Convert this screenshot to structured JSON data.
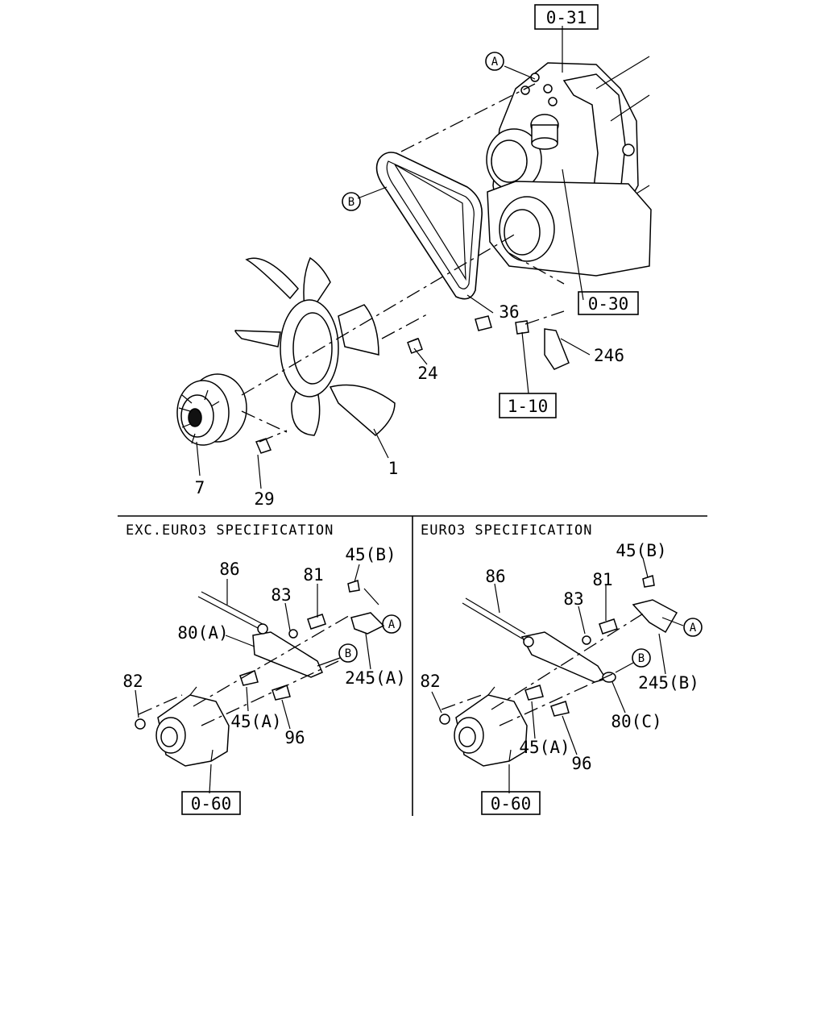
{
  "sections": {
    "left_title": "EXC.EURO3 SPECIFICATION",
    "right_title": "EURO3 SPECIFICATION"
  },
  "refs": {
    "r0_31": "0-31",
    "r0_30": "0-30",
    "r1_10": "1-10",
    "r0_60_left": "0-60",
    "r0_60_right": "0-60"
  },
  "markers": {
    "a": "A",
    "b": "B"
  },
  "top": {
    "p1": "1",
    "p7": "7",
    "p24": "24",
    "p29": "29",
    "p36": "36",
    "p246": "246"
  },
  "left": {
    "p86": "86",
    "p83": "83",
    "p81": "81",
    "p45b": "45(B)",
    "p80a": "80(A)",
    "p82": "82",
    "p245a": "245(A)",
    "p45a": "45(A)",
    "p96": "96"
  },
  "right": {
    "p86": "86",
    "p83": "83",
    "p81": "81",
    "p45b": "45(B)",
    "p82": "82",
    "p245b": "245(B)",
    "p80c": "80(C)",
    "p45a": "45(A)",
    "p96": "96"
  }
}
